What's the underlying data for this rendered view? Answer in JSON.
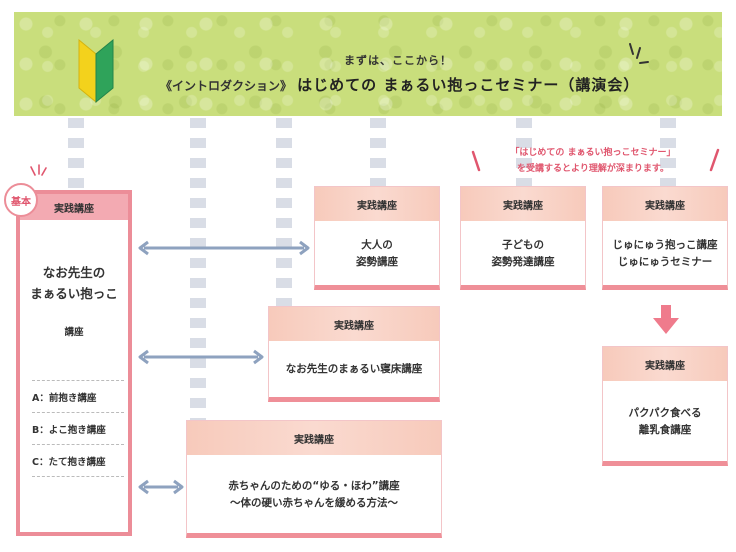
{
  "banner": {
    "lead": "まずは、ここから！",
    "title_prefix": "《イントロダクション》",
    "title_main": "はじめての まぁるい抱っこセミナー（講演会）"
  },
  "note": {
    "line1": "「はじめての まぁるい抱っこセミナー」",
    "line2": "を受講するとより理解が深まります。"
  },
  "basic": {
    "badge": "基本",
    "header": "実践講座",
    "name_line1": "なお先生の",
    "name_line2": "まぁるい抱っこ",
    "sub": "講座",
    "items": [
      "A：前抱き講座",
      "B：よこ抱き講座",
      "C：たて抱き講座"
    ]
  },
  "courses": [
    {
      "header": "実践講座",
      "body": "大人の\n姿勢講座"
    },
    {
      "header": "実践講座",
      "body": "子どもの\n姿勢発達講座"
    },
    {
      "header": "実践講座",
      "body": "じゅにゅう抱っこ講座\nじゅにゅうセミナー"
    },
    {
      "header": "実践講座",
      "body": "なお先生のまぁるい寝床講座"
    },
    {
      "header": "実践講座",
      "body": "パクパク食べる\n離乳食講座"
    },
    {
      "header": "実践講座",
      "body": "赤ちゃんのための“ゆる・ほわ”講座\n～体の硬い赤ちゃんを緩める方法～"
    }
  ],
  "colors": {
    "banner": "#c9de7c",
    "accent_pink": "#ec8d98",
    "header_peach": "#f8d2c6",
    "arrow_blue": "#8ea2bf",
    "arrow_pink": "#ef7b8c",
    "note_text": "#e0566e"
  },
  "icons": [
    "beginner-mark-icon",
    "sparkle-icon",
    "double-arrow-icon",
    "down-arrow-icon"
  ]
}
